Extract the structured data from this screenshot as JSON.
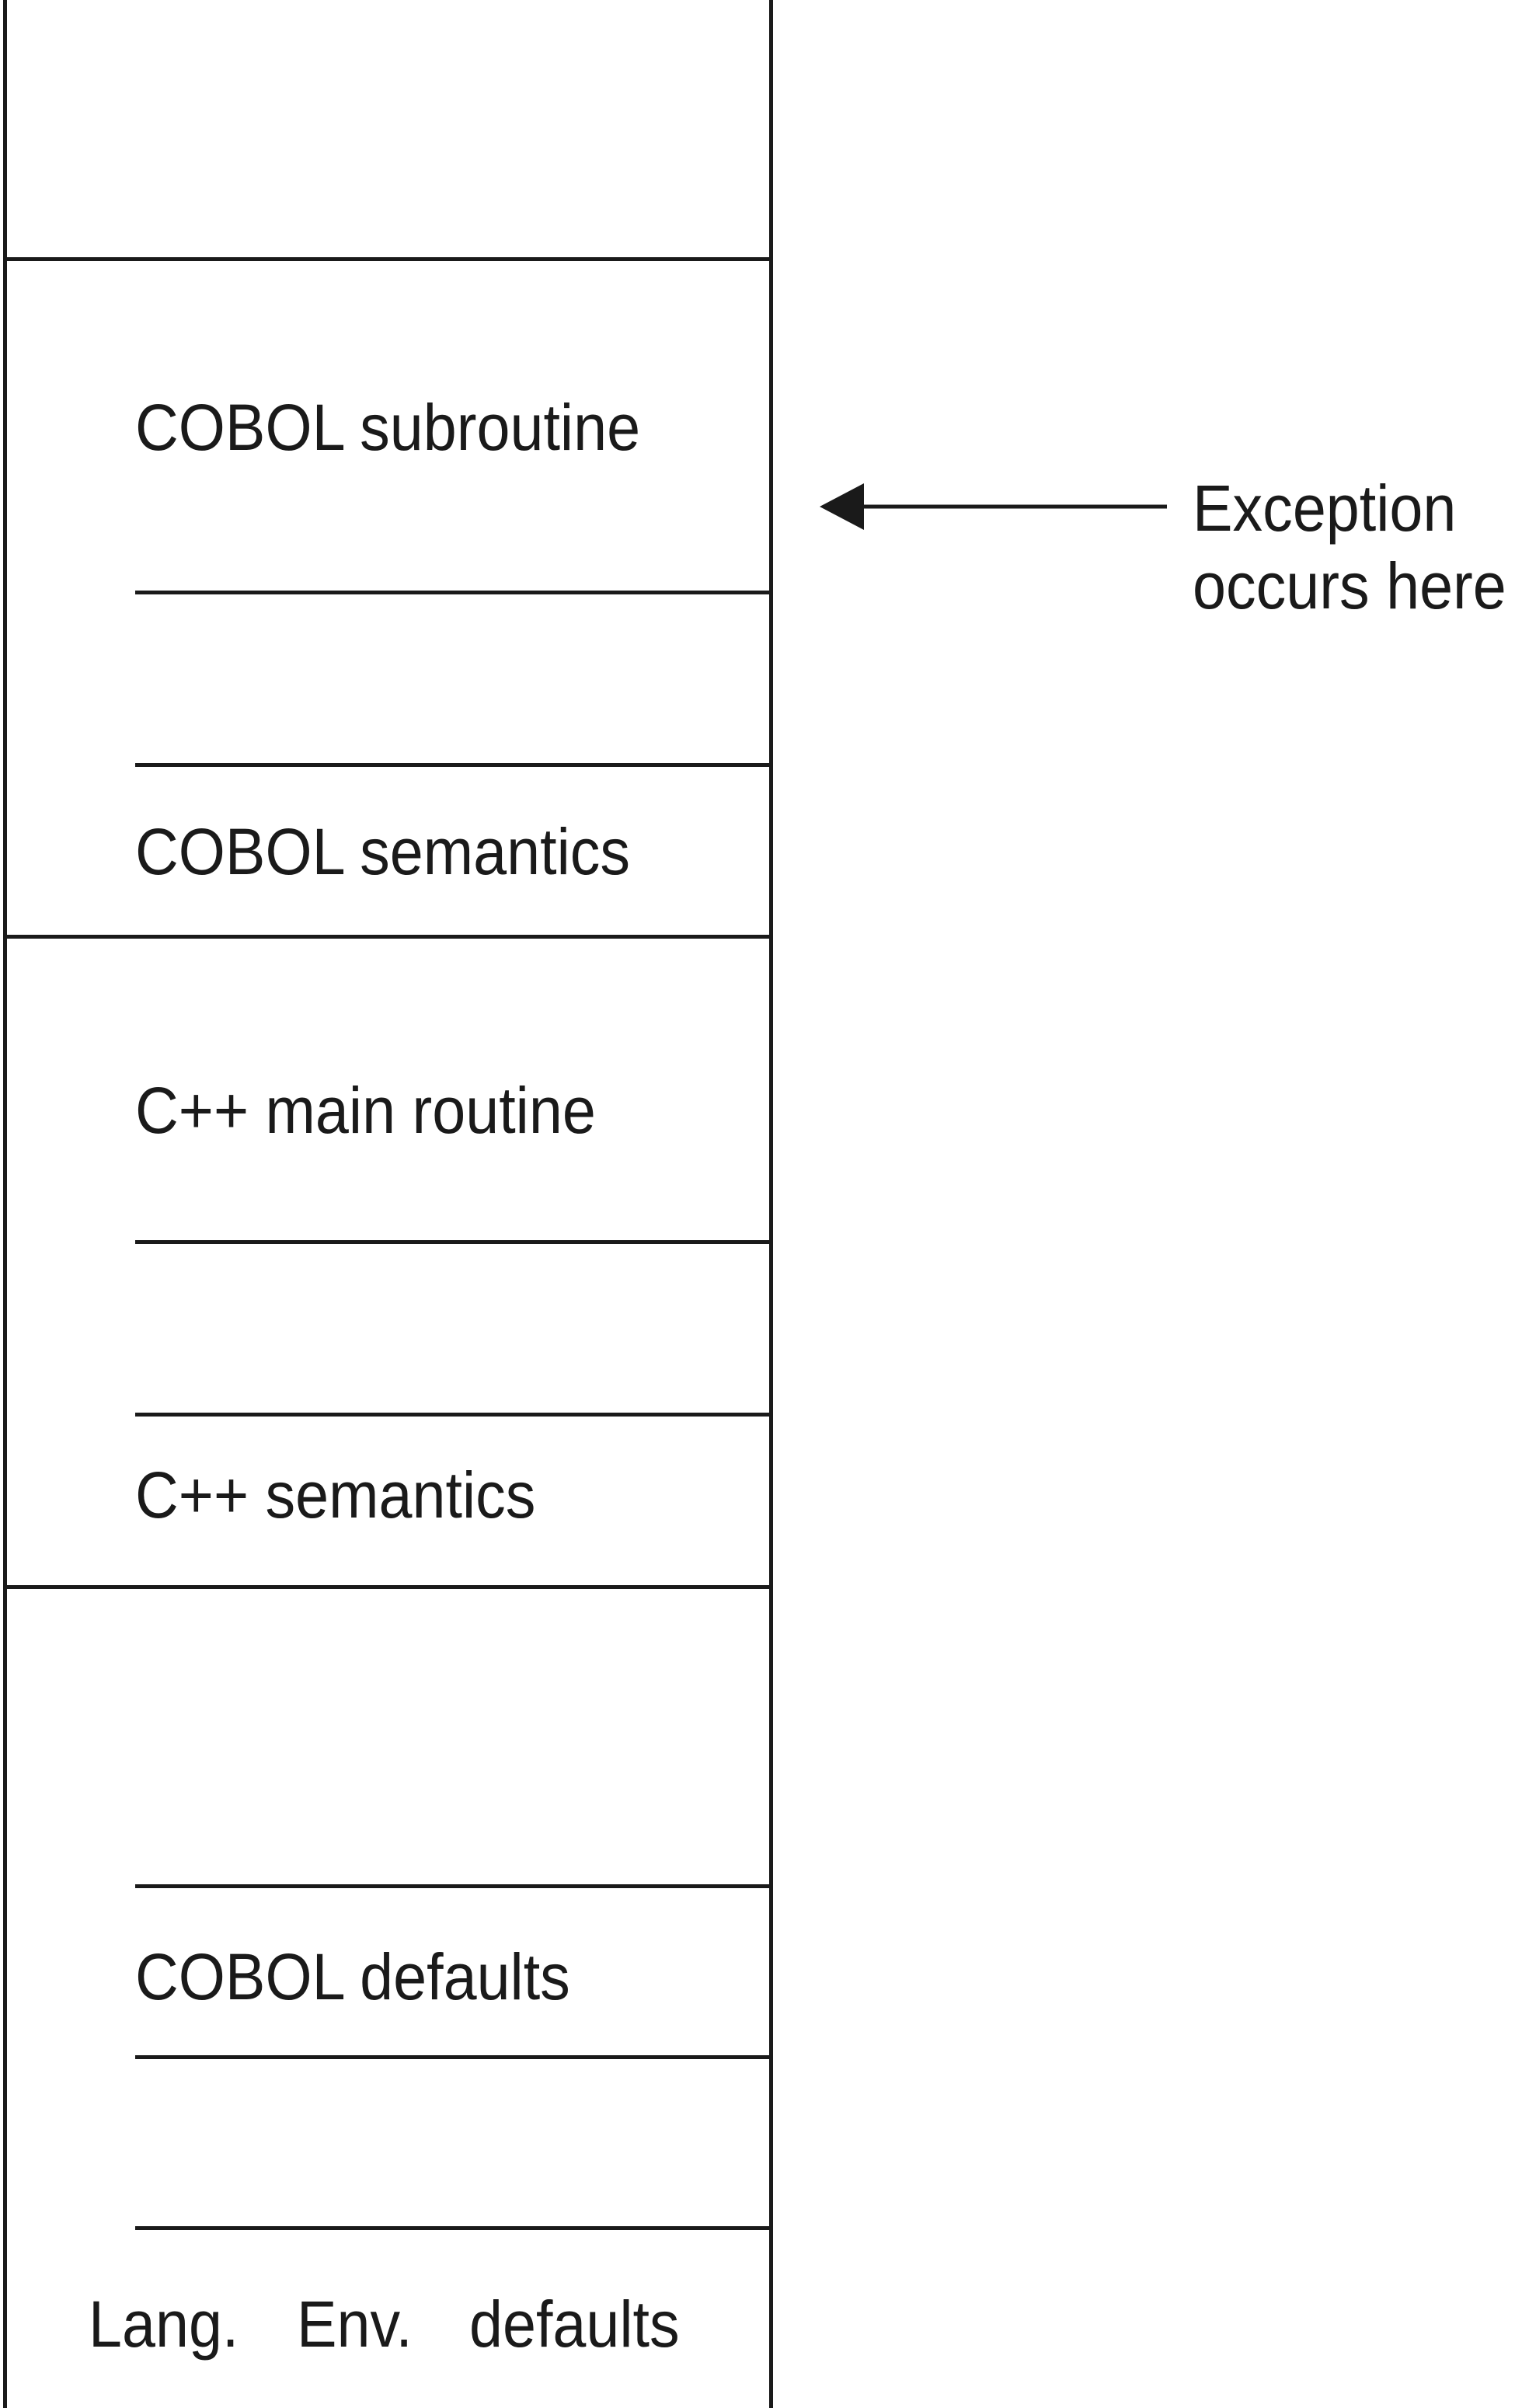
{
  "diagram": {
    "sections": {
      "cobol_subroutine": "COBOL subroutine",
      "cobol_semantics": "COBOL semantics",
      "cpp_main_routine": "C++ main routine",
      "cpp_semantics": "C++ semantics",
      "cobol_defaults": "COBOL defaults",
      "lang_env_defaults": {
        "lang": "Lang.",
        "env": "Env.",
        "defaults": "defaults"
      }
    },
    "annotation": {
      "line1": "Exception",
      "line2": "occurs here",
      "icon": "arrow-left-icon"
    },
    "colors": {
      "stroke": "#1a1a1a",
      "background": "#ffffff"
    }
  }
}
